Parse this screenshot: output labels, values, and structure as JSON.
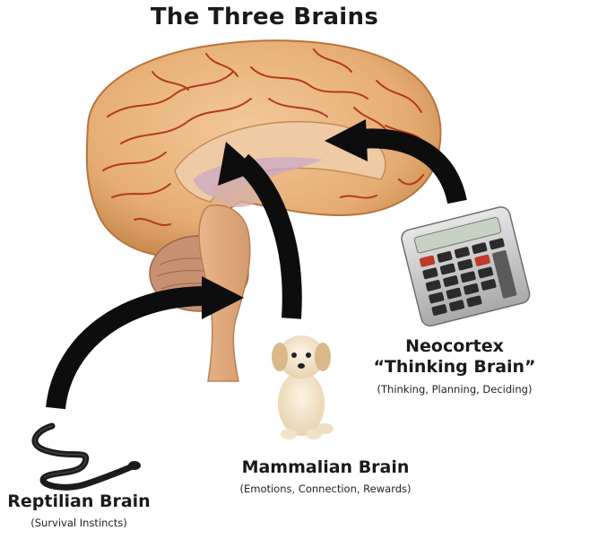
{
  "title": "The Three Brains",
  "neocortex": {
    "name": "Neocortex",
    "subtitle": "“Thinking Brain”",
    "functions": "(Thinking, Planning, Deciding)"
  },
  "mammalian": {
    "name": "Mammalian Brain",
    "functions": "(Emotions, Connection, Rewards)"
  },
  "reptilian": {
    "name": "Reptilian Brain",
    "functions": "(Survival Instincts)"
  },
  "colors": {
    "cortex": "#e8b179",
    "cortex_dark": "#b7743c",
    "vessels": "#b23a1c",
    "arrow": "#0d0d0d"
  }
}
